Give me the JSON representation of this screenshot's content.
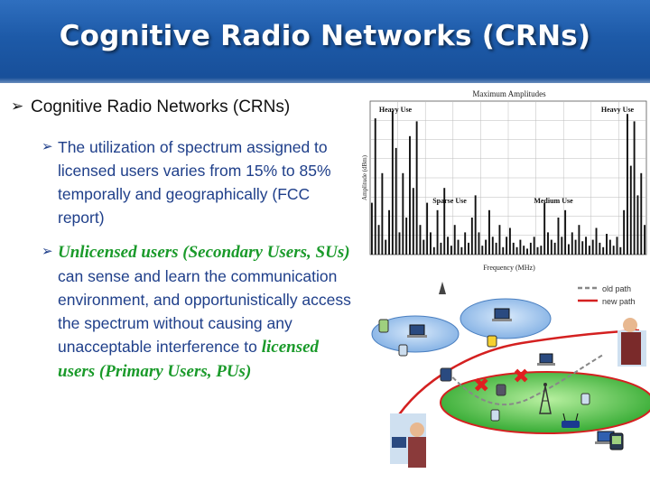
{
  "header": {
    "title": "Cognitive Radio Networks (CRNs)",
    "color": "#1d5aa8"
  },
  "bullets": {
    "main": "Cognitive Radio Networks (CRNs)",
    "sub1": "The utilization of spectrum assigned to licensed users varies from 15% to 85% temporally and geographically (FCC report)",
    "sub2_em1": "Unlicensed users (Secondary Users, SUs)",
    "sub2_mid": " can sense and learn the communication environment, and opportunistically  access the spectrum without causing any unacceptable interference to ",
    "sub2_em2": "licensed users (Primary Users, PUs)"
  },
  "chart_data": {
    "type": "bar",
    "title": "Maximum Amplitudes",
    "xlabel": "Frequency (MHz)",
    "ylabel": "Amplitude (dBm)",
    "annotations": [
      "Heavy Use",
      "Heavy Use",
      "Sparse Use",
      "Medium Use"
    ],
    "values": [
      0.35,
      0.92,
      0.2,
      0.55,
      0.1,
      0.3,
      0.97,
      0.72,
      0.15,
      0.55,
      0.25,
      0.8,
      0.45,
      0.9,
      0.2,
      0.1,
      0.35,
      0.15,
      0.05,
      0.3,
      0.08,
      0.45,
      0.12,
      0.06,
      0.2,
      0.1,
      0.05,
      0.15,
      0.08,
      0.25,
      0.4,
      0.15,
      0.06,
      0.1,
      0.3,
      0.12,
      0.08,
      0.2,
      0.05,
      0.12,
      0.18,
      0.08,
      0.05,
      0.1,
      0.06,
      0.04,
      0.08,
      0.12,
      0.05,
      0.06,
      0.35,
      0.15,
      0.1,
      0.08,
      0.25,
      0.12,
      0.3,
      0.07,
      0.15,
      0.1,
      0.2,
      0.09,
      0.12,
      0.06,
      0.1,
      0.18,
      0.08,
      0.05,
      0.14,
      0.1,
      0.06,
      0.12,
      0.05,
      0.3,
      0.95,
      0.6,
      0.9,
      0.4,
      0.55,
      0.2
    ],
    "grid": true
  },
  "network": {
    "legend_old": "old path",
    "legend_new": "new path",
    "old_color": "#888888",
    "new_color": "#d42020",
    "primary_cell_color": "#2fb52f",
    "secondary_cell_color": "#8fb9e8"
  }
}
